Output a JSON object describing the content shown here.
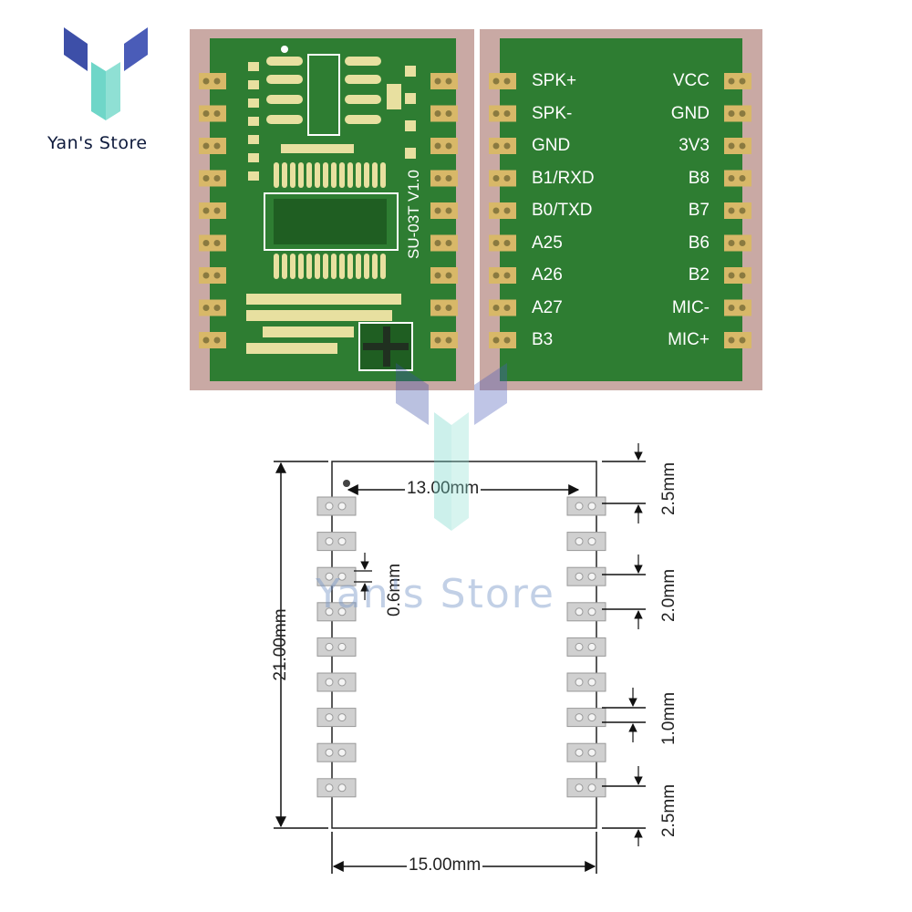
{
  "brand": {
    "store_name": "Yan's Store",
    "watermark": "Yan's Store",
    "logo_colors": [
      "#3d4fa8",
      "#6fd6c8"
    ]
  },
  "board": {
    "model_marking": "SU-03T V1.0",
    "colors": {
      "pcb": "#2e7d32",
      "substrate": "#c9a9a4",
      "pad": "#d8b868",
      "silk": "#ffffff"
    },
    "left_pins": [
      "SPK+",
      "SPK-",
      "GND",
      "B1/RXD",
      "B0/TXD",
      "A25",
      "A26",
      "A27",
      "B3"
    ],
    "right_pins": [
      "VCC",
      "GND",
      "3V3",
      "B8",
      "B7",
      "B6",
      "B2",
      "MIC-",
      "MIC+"
    ]
  },
  "dimensions": {
    "pad_pitch_width": "13.00mm",
    "total_width": "15.00mm",
    "total_height": "21.00mm",
    "pad_height": "0.6mm",
    "top_offset": "2.5mm",
    "pad_spacing_a": "2.0mm",
    "pad_spacing_b": "1.0mm",
    "bottom_offset": "2.5mm"
  }
}
